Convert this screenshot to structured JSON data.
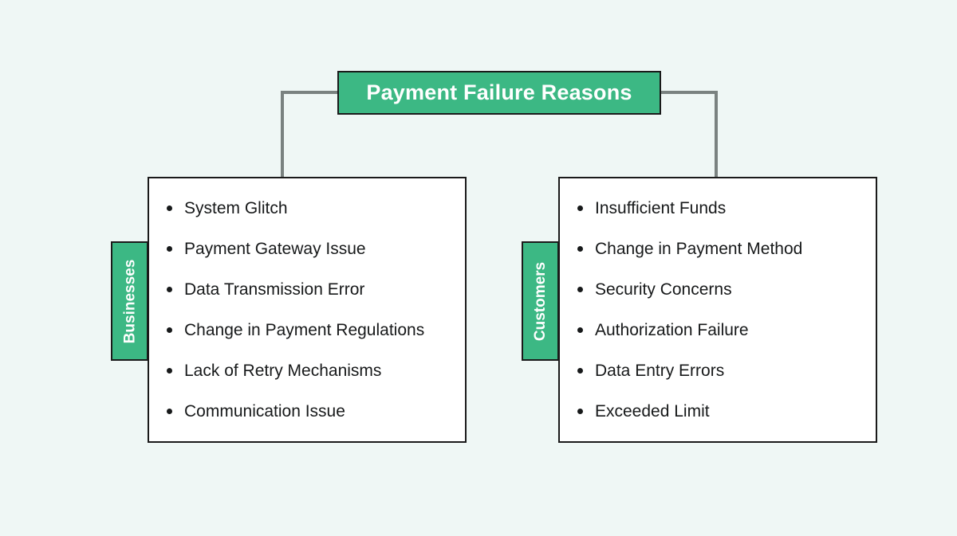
{
  "diagram": {
    "type": "mind-map",
    "background_color": "#eff7f5",
    "accent_color": "#3cb884",
    "root": {
      "title": "Payment Failure Reasons"
    },
    "branches": [
      {
        "tab_label": "Businesses",
        "items": [
          "System Glitch",
          "Payment Gateway Issue",
          "Data Transmission Error",
          "Change in Payment Regulations",
          "Lack of Retry Mechanisms",
          "Communication Issue"
        ]
      },
      {
        "tab_label": "Customers",
        "items": [
          "Insufficient Funds",
          "Change in Payment Method",
          "Security Concerns",
          "Authorization Failure",
          "Data Entry Errors",
          "Exceeded Limit"
        ]
      }
    ]
  }
}
